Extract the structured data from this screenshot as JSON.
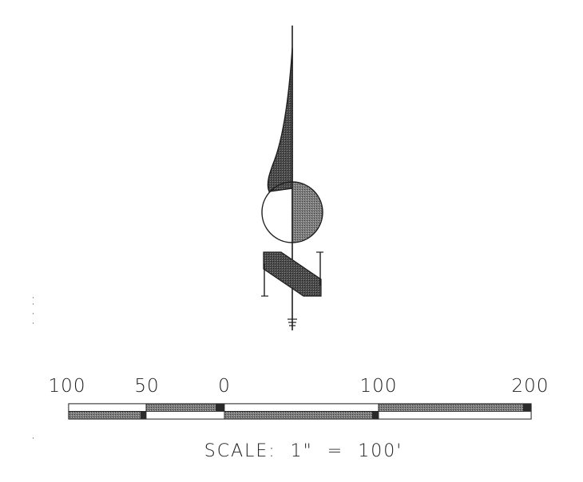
{
  "north_arrow": {
    "letter": "N",
    "icon": "north-arrow-icon"
  },
  "scale_bar": {
    "tick_labels": [
      "100",
      "50",
      "0",
      "100",
      "200"
    ],
    "caption": "SCALE:  1\"  =  100'"
  },
  "colors": {
    "ink": "#1e1e1e",
    "fill_dark": "#3a3a3a",
    "fill_gray": "#8a8a8a",
    "background": "#ffffff"
  }
}
